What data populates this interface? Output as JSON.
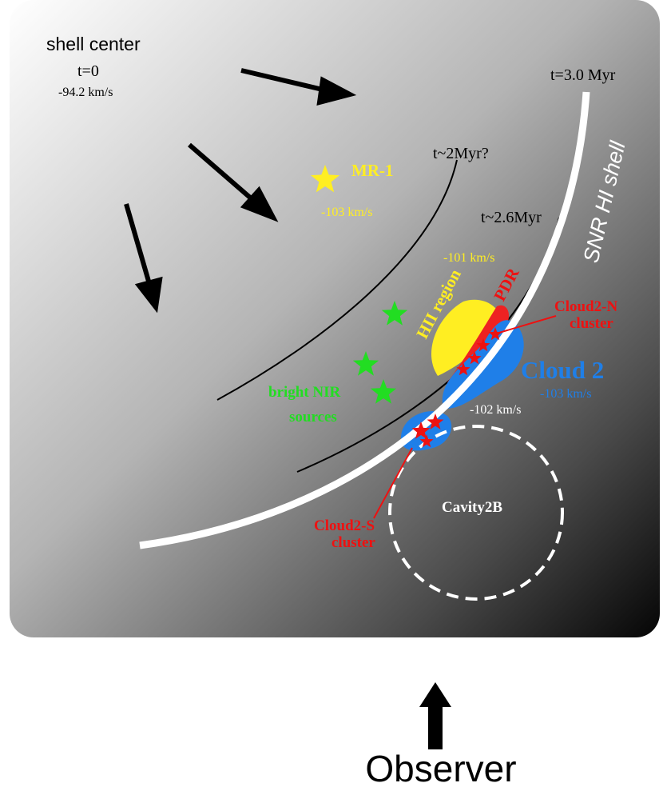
{
  "shell_center": {
    "title": "shell center",
    "time": "t=0",
    "velocity": "-94.2 km/s"
  },
  "times": {
    "t3": "t=3.0 Myr",
    "t2": "t~2Myr?",
    "t26": "t~2.6Myr"
  },
  "shell_label": "SNR HI shell",
  "mr1": {
    "label": "MR-1",
    "velocity": "-103 km/s"
  },
  "hii": {
    "label": "HII region",
    "velocity": "-101 km/s"
  },
  "pdr": "PDR",
  "cloud2n": {
    "line1": "Cloud2-N",
    "line2": "cluster"
  },
  "cloud2": {
    "label": "Cloud 2",
    "velocity": "-103 km/s"
  },
  "vel102": "-102 km/s",
  "nir": {
    "line1": "bright NIR",
    "line2": "sources"
  },
  "cavity": "Cavity2B",
  "cloud2s": {
    "line1": "Cloud2-S",
    "line2": "cluster"
  },
  "observer": "Observer",
  "colors": {
    "yellow": "#ffee22",
    "green": "#22dd22",
    "red": "#ee1111",
    "blue": "#1f7fe8",
    "shell": "#ffffff"
  }
}
